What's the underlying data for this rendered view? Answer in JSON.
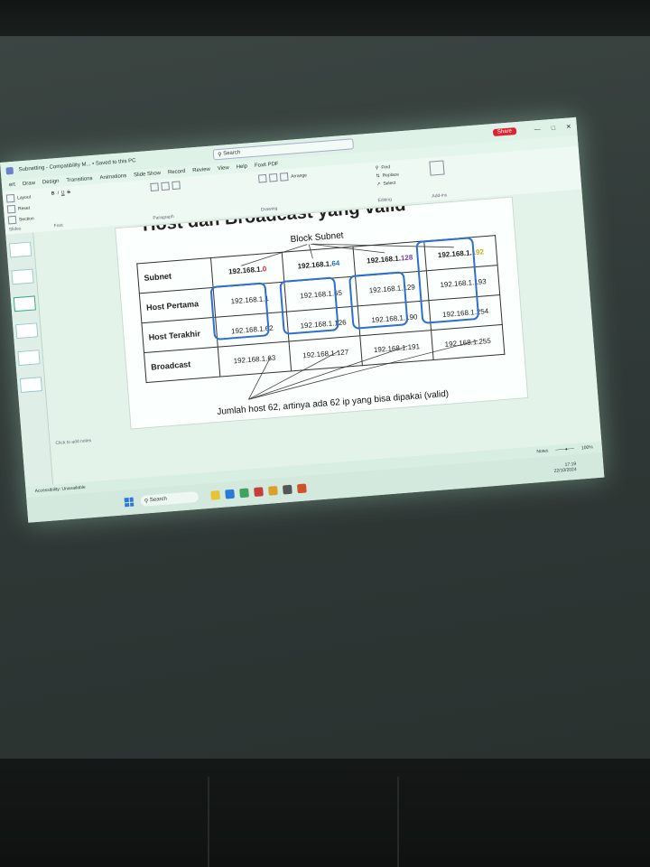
{
  "window": {
    "title": "Subnetting - Compatibility M... • Saved to this PC",
    "search_placeholder": "Search",
    "share_label": "Share"
  },
  "menu": [
    "ert",
    "Draw",
    "Design",
    "Transitions",
    "Animations",
    "Slide Show",
    "Record",
    "Review",
    "View",
    "Help",
    "Foxit PDF"
  ],
  "ribbon": {
    "find_label": "Find",
    "replace_label": "Replace",
    "select_label": "Select",
    "editing_label": "Editing",
    "arrange_label": "Arrange",
    "drawing_label": "Drawing",
    "paragraph_label": "Paragraph",
    "font_label": "Font",
    "slides_label": "Slides",
    "layout_label": "Layout",
    "reset_label": "Reset",
    "section_label": "Section",
    "addins_label": "Add-ins"
  },
  "slide": {
    "title_fragment": "Host dan Broadcast yang valid",
    "block_subnet_label": "Block Subnet",
    "row_headers": [
      "Subnet",
      "Host Pertama",
      "Host Terakhir",
      "Broadcast"
    ],
    "subnet_row": [
      {
        "base": "192.168.1.",
        "suffix": "0"
      },
      {
        "base": "192.168.1.",
        "suffix": "64"
      },
      {
        "base": "192.168.1.",
        "suffix": "128"
      },
      {
        "base": "192.168.1.",
        "suffix": "192"
      }
    ],
    "host_pertama": [
      "192.168.1.1",
      "192.168.1.65",
      "192.168.1.129",
      "192.168.1.193"
    ],
    "host_terakhir": [
      "192.168.1.62",
      "192.168.1.126",
      "192.168.1.190",
      "192.168.1.254"
    ],
    "broadcast": [
      "192.168.1.63",
      "192.168.1.127",
      "192.168.1.191",
      "192.168.1.255"
    ],
    "footnote": "Jumlah host 62, artinya ada 62 ip yang bisa dipakai (valid)"
  },
  "notes_placeholder": "Click to add notes",
  "status": {
    "accessibility": "Accessibility: Unavailable",
    "notes_label": "Notes",
    "zoom": "100%"
  },
  "taskbar": {
    "search_label": "Search",
    "time": "17:19",
    "date": "22/10/2024"
  },
  "colors": {
    "suffix_0": "#d22222",
    "suffix_64": "#1a6fc8",
    "suffix_128": "#7a3fa8",
    "suffix_192": "#c8b020",
    "ring": "#2f6fd0"
  }
}
